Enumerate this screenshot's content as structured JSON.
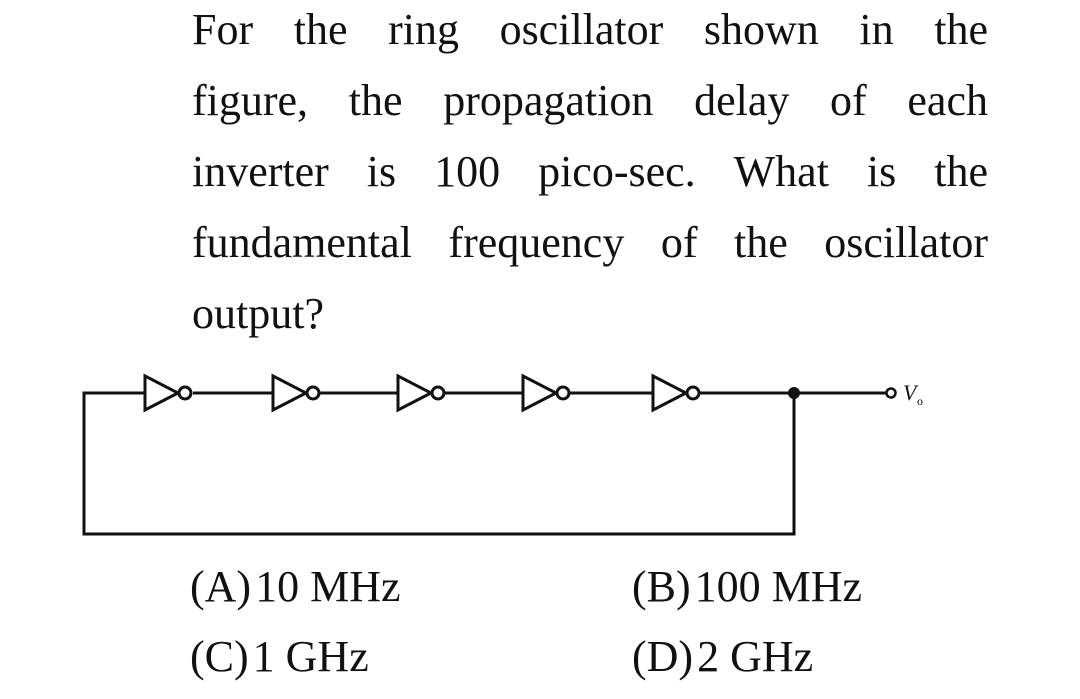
{
  "question": {
    "lines": [
      [
        "For",
        "the",
        "ring",
        "oscillator",
        "shown",
        "in",
        "the"
      ],
      [
        "figure,",
        "the",
        "propagation",
        "delay",
        "of",
        "each"
      ],
      [
        "inverter",
        "is",
        "100",
        "pico-sec.",
        "What",
        "is",
        "the"
      ],
      [
        "fundamental",
        "frequency",
        "of",
        "the",
        "oscillator"
      ],
      [
        "output?"
      ]
    ]
  },
  "circuit": {
    "inverter_count": 5,
    "output_label": "V",
    "output_label_sub": "o"
  },
  "options": [
    {
      "letter": "(A)",
      "value": "10 MHz"
    },
    {
      "letter": "(B)",
      "value": "100 MHz"
    },
    {
      "letter": "(C)",
      "value": "1 GHz"
    },
    {
      "letter": "(D)",
      "value": "2 GHz"
    }
  ]
}
